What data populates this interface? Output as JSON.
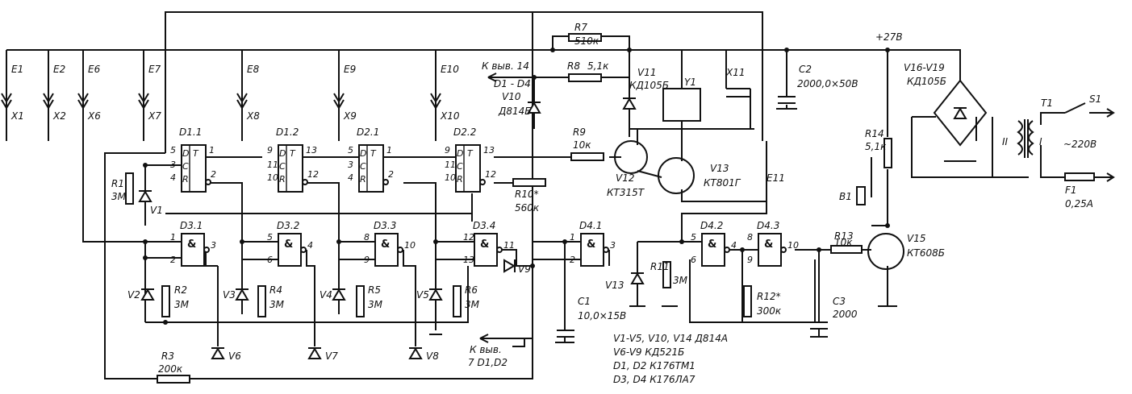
{
  "supply": {
    "label": "+27В"
  },
  "edges": [
    {
      "e": "E1",
      "x": "X1"
    },
    {
      "e": "E2",
      "x": "X2"
    },
    {
      "e": "E6",
      "x": "X6"
    },
    {
      "e": "E7",
      "x": "X7"
    },
    {
      "e": "E8",
      "x": "X8"
    },
    {
      "e": "E9",
      "x": "X9"
    },
    {
      "e": "E10",
      "x": "X10"
    }
  ],
  "connectors": {
    "x11": "X11",
    "e11": "E11"
  },
  "triggers": [
    {
      "id": "D1.1",
      "p": [
        "5",
        "3",
        "4",
        "1",
        "2"
      ]
    },
    {
      "id": "D1.2",
      "p": [
        "9",
        "11",
        "10",
        "13",
        "12"
      ]
    },
    {
      "id": "D2.1",
      "p": [
        "5",
        "3",
        "4",
        "1",
        "2"
      ]
    },
    {
      "id": "D2.2",
      "p": [
        "9",
        "11",
        "10",
        "13",
        "12"
      ]
    }
  ],
  "trig_letters": {
    "t": "T",
    "d": "D",
    "c": "C",
    "r": "R"
  },
  "gates": [
    {
      "id": "D3.1",
      "in1": "1",
      "in2": "2",
      "out": "3"
    },
    {
      "id": "D3.2",
      "in1": "5",
      "in2": "6",
      "out": "4"
    },
    {
      "id": "D3.3",
      "in1": "8",
      "in2": "9",
      "out": "10"
    },
    {
      "id": "D3.4",
      "in1": "12",
      "in2": "13",
      "out": "11"
    },
    {
      "id": "D4.1",
      "in1": "1",
      "in2": "2",
      "out": "3"
    },
    {
      "id": "D4.2",
      "in1": "5",
      "in2": "6",
      "out": "4"
    },
    {
      "id": "D4.3",
      "in1": "8",
      "in2": "9",
      "out": "10"
    }
  ],
  "gate_symbol": "&",
  "parts": {
    "r1": "R1",
    "r1v": "3М",
    "v1": "V1",
    "v2": "V2",
    "r2": "R2",
    "r2v": "3М",
    "v3": "V3",
    "r4": "R4",
    "r4v": "3М",
    "v4": "V4",
    "r5": "R5",
    "r5v": "3М",
    "v5": "V5",
    "r6": "R6",
    "r6v": "3М",
    "r3": "R3",
    "r3v": "200к",
    "v6": "V6",
    "v7": "V7",
    "v8": "V8",
    "v9": "V9",
    "r7": "R7",
    "r7v": "510к",
    "r8": "R8",
    "r8v": "5,1к",
    "v11": "V11",
    "v11t": "КД105Б",
    "y1": "Y1",
    "v10": "V10",
    "v10t": "Д814Б",
    "d1d4": "D1 - D4",
    "to14": "К выв. 14",
    "r9": "R9",
    "r9v": "10к",
    "v12": "V12",
    "v12t": "КТ315Т",
    "v13t": "V13",
    "v13tt": "КТ801Г",
    "r10": "R10*",
    "r10v": "560к",
    "c1": "C1",
    "c1v": "10,0×15В",
    "v13d": "V13",
    "r11": "R11",
    "r11v": "3М",
    "r12": "R12*",
    "r12v": "300к",
    "c3": "C3",
    "c3v": "2000",
    "r13": "R13",
    "r13v": "10к",
    "v15": "V15",
    "v15t": "КТ608Б",
    "r14": "R14",
    "r14v": "5,1к",
    "b1": "B1",
    "c2": "C2",
    "c2v": "2000,0×50В",
    "bridge": "V16-V19",
    "bridget": "КД105Б",
    "t1": "T1",
    "w2": "II",
    "w1": "I",
    "s1": "S1",
    "ac": "~220В",
    "f1": "F1",
    "f1v": "0,25А",
    "to7a": "К выв.",
    "to7b": "7 D1,D2"
  },
  "notes": [
    "V1-V5, V10, V14  Д814А",
    "V6-V9  КД521Б",
    "D1, D2  К176ТМ1",
    "D3, D4  К176ЛА7"
  ]
}
